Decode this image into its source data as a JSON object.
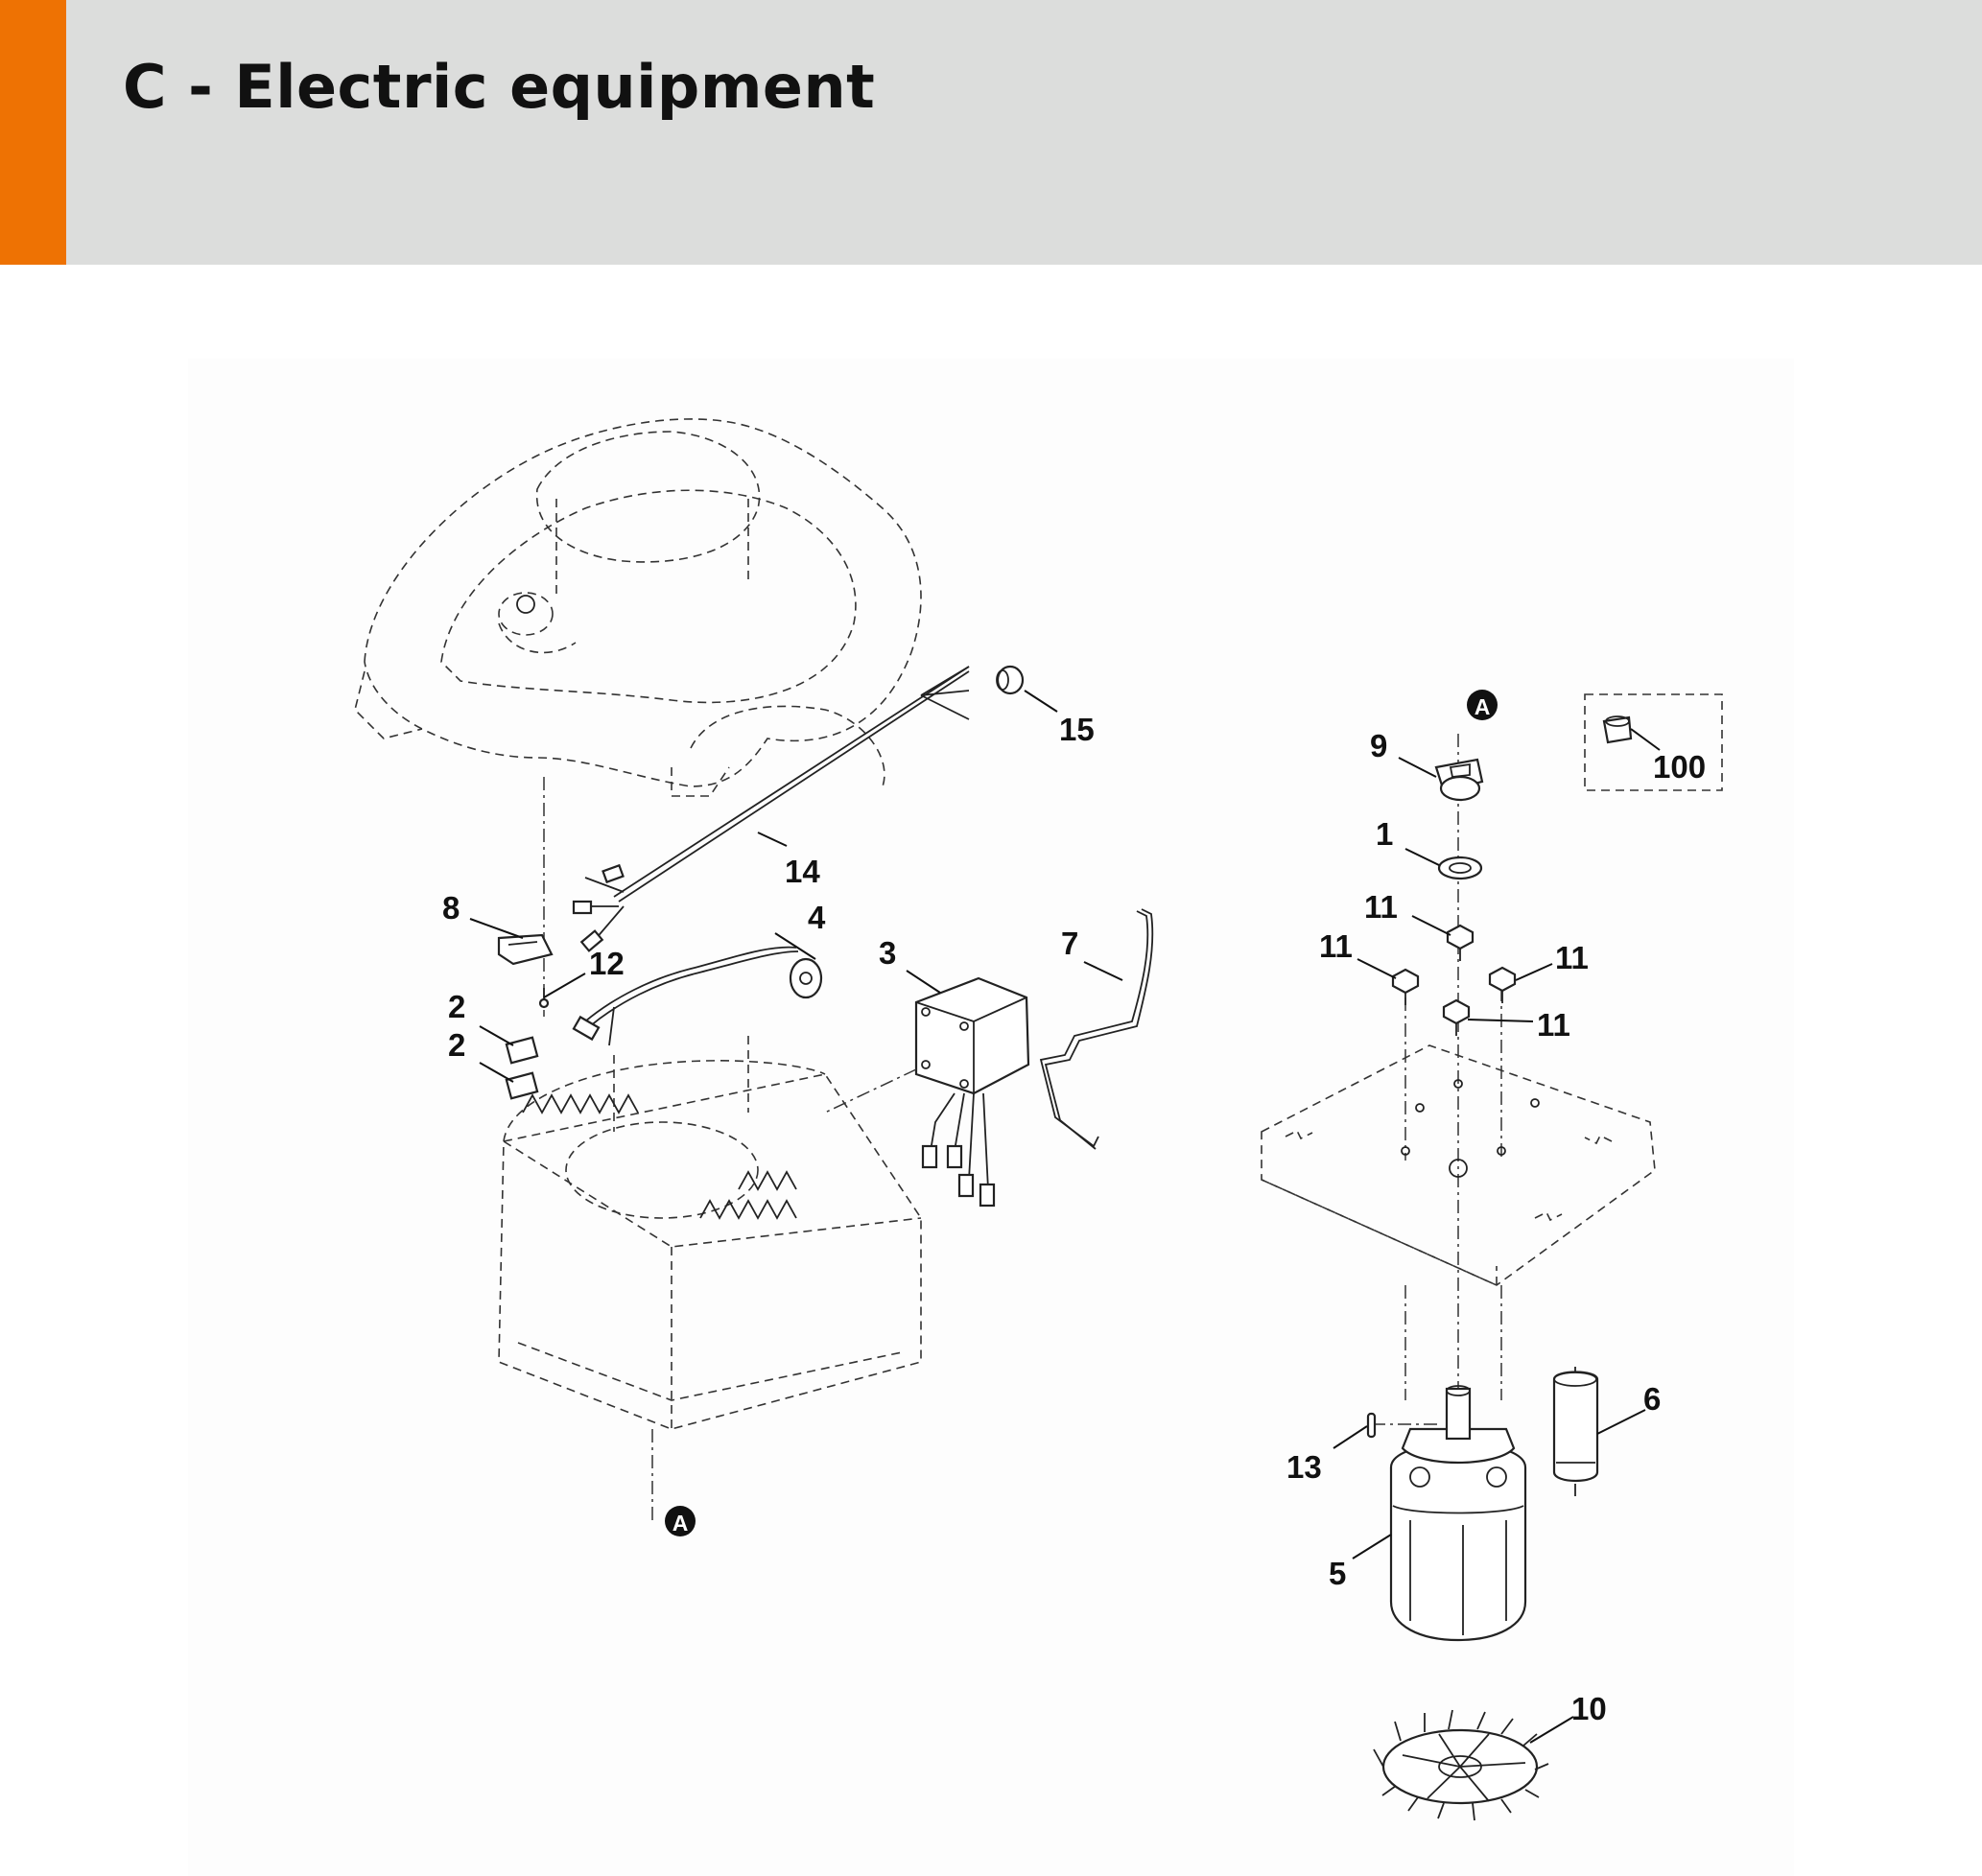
{
  "header": {
    "title": "C - Electric equipment",
    "accent_color": "#ee7203",
    "background_color": "#dcdddc"
  },
  "diagram": {
    "reference_marker": "A",
    "optional_kit_label": "100",
    "callouts": {
      "c1": "1",
      "c2a": "2",
      "c2b": "2",
      "c3": "3",
      "c4": "4",
      "c5": "5",
      "c6": "6",
      "c7": "7",
      "c8": "8",
      "c9": "9",
      "c10": "10",
      "c11a": "11",
      "c11b": "11",
      "c11c": "11",
      "c11d": "11",
      "c12": "12",
      "c13": "13",
      "c14": "14",
      "c15": "15",
      "c100": "100"
    }
  }
}
